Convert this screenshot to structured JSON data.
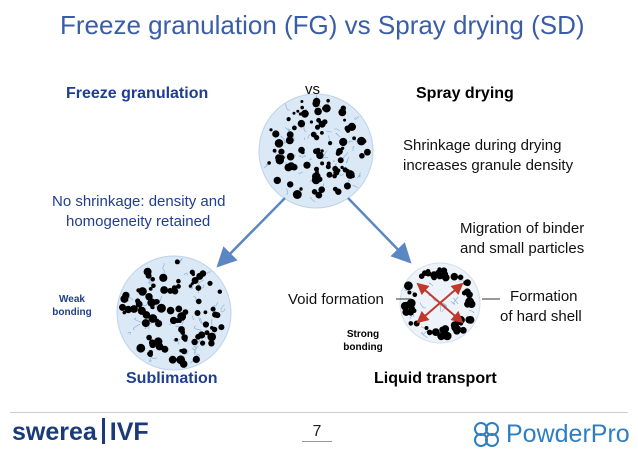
{
  "title": "Freeze granulation (FG) vs Spray drying (SD)",
  "labels": {
    "freeze_granulation": "Freeze granulation",
    "vs": "vs",
    "spray_drying": "Spray drying",
    "shrinkage_line1": "Shrinkage during drying",
    "shrinkage_line2": "increases granule density",
    "no_shrinkage_line1": "No shrinkage: density and",
    "no_shrinkage_line2": "homogeneity retained",
    "migration_line1": "Migration of binder",
    "migration_line2": "and small particles",
    "weak_line1": "Weak",
    "weak_line2": "bonding",
    "void_formation": "Void formation",
    "formation_line1": "Formation",
    "formation_line2": "of hard shell",
    "strong_line1": "Strong",
    "strong_line2": "bonding",
    "sublimation": "Sublimation",
    "liquid_transport": "Liquid transport"
  },
  "footer": {
    "page_number": "7",
    "swerea": "swerea",
    "ivf": "IVF",
    "powderpro": "PowderPro"
  },
  "colors": {
    "title": "#3a5da8",
    "accent_blue": "#1f3e8f",
    "granule_fill": "#dbe9f7",
    "arrow": "#5b86c4",
    "shell_arrow": "#c0392b",
    "particle": "#000000"
  }
}
